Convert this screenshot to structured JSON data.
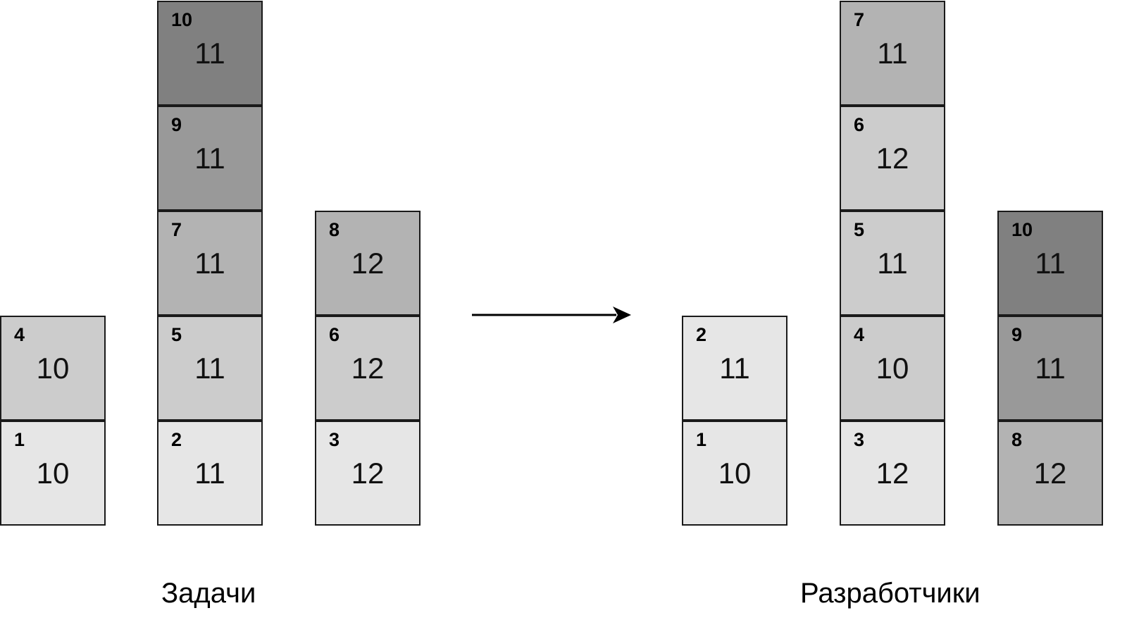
{
  "left_group": {
    "caption": "Задачи",
    "columns": [
      [
        {
          "id": "1",
          "value": "10",
          "shade": "#e6e6e6"
        },
        {
          "id": "4",
          "value": "10",
          "shade": "#cccccc"
        }
      ],
      [
        {
          "id": "2",
          "value": "11",
          "shade": "#e6e6e6"
        },
        {
          "id": "5",
          "value": "11",
          "shade": "#cccccc"
        },
        {
          "id": "7",
          "value": "11",
          "shade": "#b3b3b3"
        },
        {
          "id": "9",
          "value": "11",
          "shade": "#999999"
        },
        {
          "id": "10",
          "value": "11",
          "shade": "#808080"
        }
      ],
      [
        {
          "id": "3",
          "value": "12",
          "shade": "#e6e6e6"
        },
        {
          "id": "6",
          "value": "12",
          "shade": "#cccccc"
        },
        {
          "id": "8",
          "value": "12",
          "shade": "#b3b3b3"
        }
      ]
    ]
  },
  "right_group": {
    "caption": "Разработчики",
    "columns": [
      [
        {
          "id": "1",
          "value": "10",
          "shade": "#e6e6e6"
        },
        {
          "id": "2",
          "value": "11",
          "shade": "#e6e6e6"
        }
      ],
      [
        {
          "id": "3",
          "value": "12",
          "shade": "#e6e6e6"
        },
        {
          "id": "4",
          "value": "10",
          "shade": "#cccccc"
        },
        {
          "id": "5",
          "value": "11",
          "shade": "#cccccc"
        },
        {
          "id": "6",
          "value": "12",
          "shade": "#cccccc"
        },
        {
          "id": "7",
          "value": "11",
          "shade": "#b3b3b3"
        }
      ],
      [
        {
          "id": "8",
          "value": "12",
          "shade": "#b3b3b3"
        },
        {
          "id": "9",
          "value": "11",
          "shade": "#999999"
        },
        {
          "id": "10",
          "value": "11",
          "shade": "#808080"
        }
      ]
    ]
  }
}
